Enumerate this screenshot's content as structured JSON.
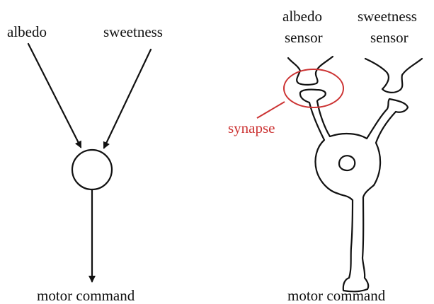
{
  "left_panel": {
    "input_a_label": "albedo",
    "input_b_label": "sweetness",
    "output_label": "motor command"
  },
  "right_panel": {
    "sensor_a_label_line1": "albedo",
    "sensor_a_label_line2": "sensor",
    "sensor_b_label_line1": "sweetness",
    "sensor_b_label_line2": "sensor",
    "synapse_label": "synapse",
    "output_label": "motor command"
  },
  "colors": {
    "ink": "#111111",
    "highlight": "#cc3333"
  }
}
